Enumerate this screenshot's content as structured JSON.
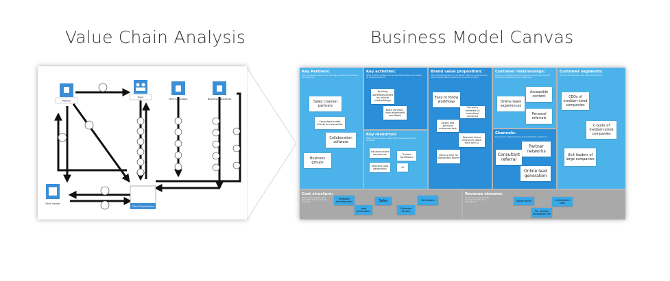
{
  "headings": {
    "left": "Value Chain Analysis",
    "right": "Business Model Canvas"
  },
  "value_chain": {
    "node_labels": {
      "n1": "Partner",
      "n2": "Team",
      "n3": "Tech Consultant",
      "n4": "Business Consultant",
      "n5": "SaaS vendor",
      "n6": "Client Organization"
    }
  },
  "bmc": {
    "key_partners": {
      "title": "Key Partners:",
      "subtitle": "Who are the key partners who will help you deliver the value to the customer?",
      "notes": [
        "Sales channel partners",
        "Consultant's with clients and expertise",
        "Collaboration software",
        "Business groups"
      ]
    },
    "key_activities": {
      "title": "Key activities:",
      "subtitle": "What uniquely strategic things does the business do to deliver its value proposition?",
      "notes": [
        "Building workflows based on unique methodology",
        "Build dynamic, inter-dependent workflows"
      ]
    },
    "key_resources": {
      "title": "Key resources:",
      "subtitle": "What unique strategic assets must the business have to compete?",
      "notes": [
        "Intuitive online experience",
        "Trained facilitators",
        "Effective lead generation",
        "AI"
      ]
    },
    "value_proposition": {
      "title": "Brand value proposition:",
      "subtitle": "What compelling value do you deliver? What do customers buy, use and solve? What problems do you solve for them?",
      "notes": [
        "Easy to follow workflows",
        "Company centered vs consultant centered",
        "Upsell and produce outcomes fast",
        "Requires fewer resources (both time and $)",
        "100% online for distributed teams"
      ]
    },
    "customer_relationships": {
      "title": "Customer relationships:",
      "subtitle": "How do you interact with the customer through their journey? Create the blueprint for their relationship.",
      "notes": [
        "Accessible content",
        "Online team experiences",
        "Personal referrals"
      ]
    },
    "channels": {
      "title": "Channels:",
      "subtitle": "How are you delivering value and reaching the customer?",
      "notes": [
        "Partner networks",
        "Consultant referral",
        "Online lead generation"
      ]
    },
    "customer_segments": {
      "title": "Customer segments:",
      "subtitle": "Who are the customers and what do they think?",
      "notes": [
        "CEOs of medium-sized companies",
        "C-Suite of medium-sized companies",
        "Unit leaders of large companies"
      ]
    },
    "cost_structure": {
      "title": "Cost structure:",
      "subtitle": "What are the biggest costs associated with running the business?",
      "notes": [
        "Software development",
        "Lead generation",
        "Sales",
        "Customer service",
        "Facilitators"
      ]
    },
    "revenue_streams": {
      "title": "Revenue streams:",
      "subtitle": "How does the business earn revenue from the value propositions?",
      "notes": [
        "subscription",
        "Certification fees",
        "Per session facilitation fee"
      ]
    }
  }
}
